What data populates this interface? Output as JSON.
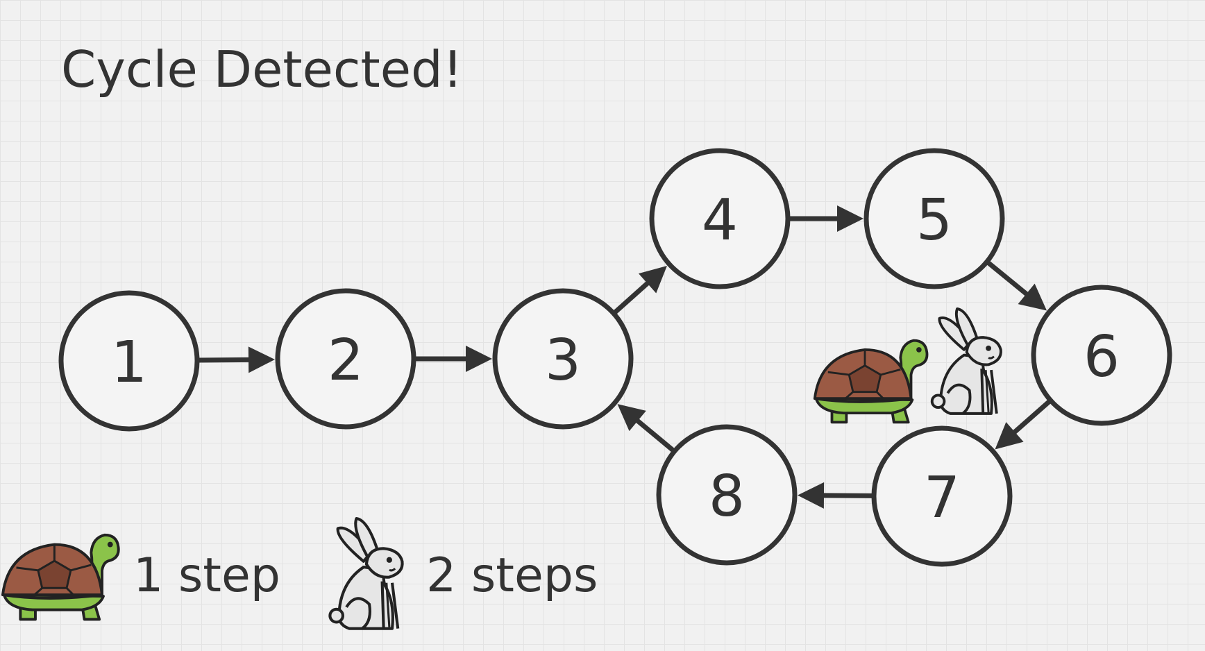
{
  "title": "Cycle Detected!",
  "nodes": [
    {
      "id": "1",
      "label": "1"
    },
    {
      "id": "2",
      "label": "2"
    },
    {
      "id": "3",
      "label": "3"
    },
    {
      "id": "4",
      "label": "4"
    },
    {
      "id": "5",
      "label": "5"
    },
    {
      "id": "6",
      "label": "6"
    },
    {
      "id": "7",
      "label": "7"
    },
    {
      "id": "8",
      "label": "8"
    }
  ],
  "edges": [
    {
      "from": "1",
      "to": "2"
    },
    {
      "from": "2",
      "to": "3"
    },
    {
      "from": "3",
      "to": "4"
    },
    {
      "from": "4",
      "to": "5"
    },
    {
      "from": "5",
      "to": "6"
    },
    {
      "from": "6",
      "to": "7"
    },
    {
      "from": "7",
      "to": "8"
    },
    {
      "from": "8",
      "to": "3"
    }
  ],
  "meeting_point": "between 5, 6 and 7",
  "legend": {
    "tortoise": {
      "icon": "tortoise-icon",
      "label": "1 step"
    },
    "hare": {
      "icon": "rabbit-icon",
      "label": "2 steps"
    }
  },
  "colors": {
    "stroke": "#333333",
    "shell": "#9b5a44",
    "shell_dark": "#6e3c2c",
    "turtle_skin": "#8bc34a",
    "rabbit_body": "#e6e6e6",
    "background": "#f1f1f1"
  }
}
